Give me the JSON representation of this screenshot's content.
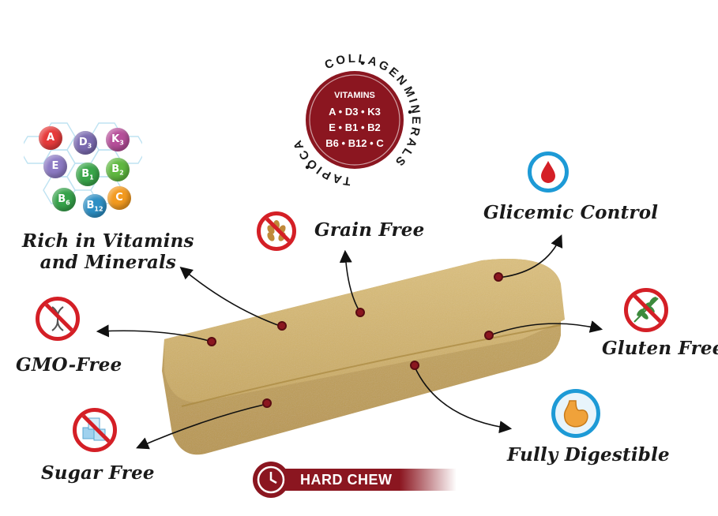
{
  "seal": {
    "ring_words": [
      "COLLAGEN",
      "MINERALS",
      "TAPIOCA"
    ],
    "center_title": "VITAMINS",
    "center_lines": [
      "A • D3 • K3",
      "E • B1 • B2",
      "B6 • B12 • C"
    ]
  },
  "vitamins": [
    {
      "letter": "A",
      "sub": "",
      "color": "#e63b3b"
    },
    {
      "letter": "D",
      "sub": "3",
      "color": "#7b6bb0"
    },
    {
      "letter": "K",
      "sub": "3",
      "color": "#b64f9a"
    },
    {
      "letter": "E",
      "sub": "",
      "color": "#8d7bc4"
    },
    {
      "letter": "B",
      "sub": "1",
      "color": "#3aa64a"
    },
    {
      "letter": "B",
      "sub": "2",
      "color": "#5fb840"
    },
    {
      "letter": "B",
      "sub": "6",
      "color": "#36a24a"
    },
    {
      "letter": "B",
      "sub": "12",
      "color": "#2d8fc4"
    },
    {
      "letter": "C",
      "sub": "",
      "color": "#f39a1f"
    }
  ],
  "features": {
    "rich": [
      "Rich in Vitamins",
      "and Minerals"
    ],
    "grain": "Grain Free",
    "glicemic": "Glicemic Control",
    "gmo": "GMO-Free",
    "gluten": "Gluten Free",
    "sugar": "Sugar Free",
    "digestible": "Fully Digestible"
  },
  "hard_chew": "HARD CHEW",
  "icons": {
    "grain": "wheat-icon",
    "glicemic": "blood-drop-icon",
    "gmo": "dna-icon",
    "gluten": "leaf-icon",
    "sugar": "sugar-cube-icon",
    "digestible": "stomach-icon",
    "hard_chew": "clock-icon"
  },
  "colors": {
    "brand_red": "#8b1620",
    "prohibit_red": "#d41f26",
    "accent_blue": "#1d9ad6",
    "bar": "#cdb06a"
  }
}
